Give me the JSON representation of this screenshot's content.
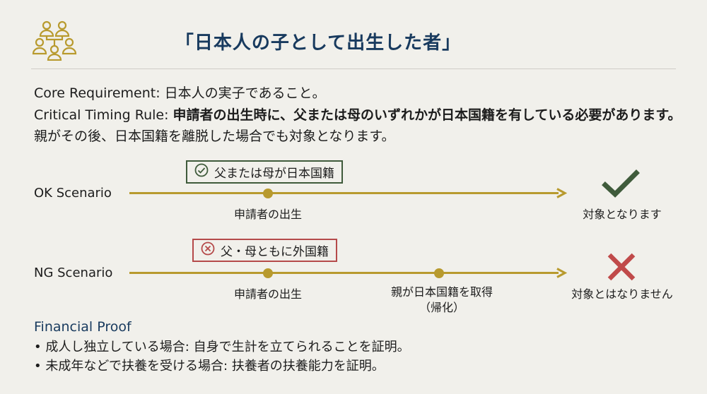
{
  "header": {
    "icon": "people-hierarchy-icon",
    "title": "「日本人の子として出生した者」"
  },
  "requirements": {
    "core_label": "Core Requirement:",
    "core_text": "日本人の実子であること。",
    "timing_label": "Critical Timing Rule:",
    "timing_bold": "申請者の出生時に、父または母のいずれかが日本国籍を有している必要があります。",
    "timing_rest": "親がその後、日本国籍を離脱した場合でも対象となります。"
  },
  "scenarios": {
    "ok": {
      "label": "OK Scenario",
      "condition_icon": "check-circle-icon",
      "condition": "父または母が日本国籍",
      "event": "申請者の出生",
      "result_icon": "checkmark-icon",
      "result": "対象となります",
      "color": "#3f5b3b"
    },
    "ng": {
      "label": "NG Scenario",
      "condition_icon": "x-circle-icon",
      "condition": "父・母ともに外国籍",
      "event1": "申請者の出生",
      "event2_line1": "親が日本国籍を取得",
      "event2_line2": "（帰化）",
      "result_icon": "cross-icon",
      "result": "対象とはなりません",
      "color": "#b54a4a"
    },
    "timeline_color": "#b89a2e"
  },
  "financial": {
    "title": "Financial Proof",
    "items": [
      "成人し独立している場合: 自身で生計を立てられることを証明。",
      "未成年などで扶養を受ける場合: 扶養者の扶養能力を証明。"
    ]
  }
}
